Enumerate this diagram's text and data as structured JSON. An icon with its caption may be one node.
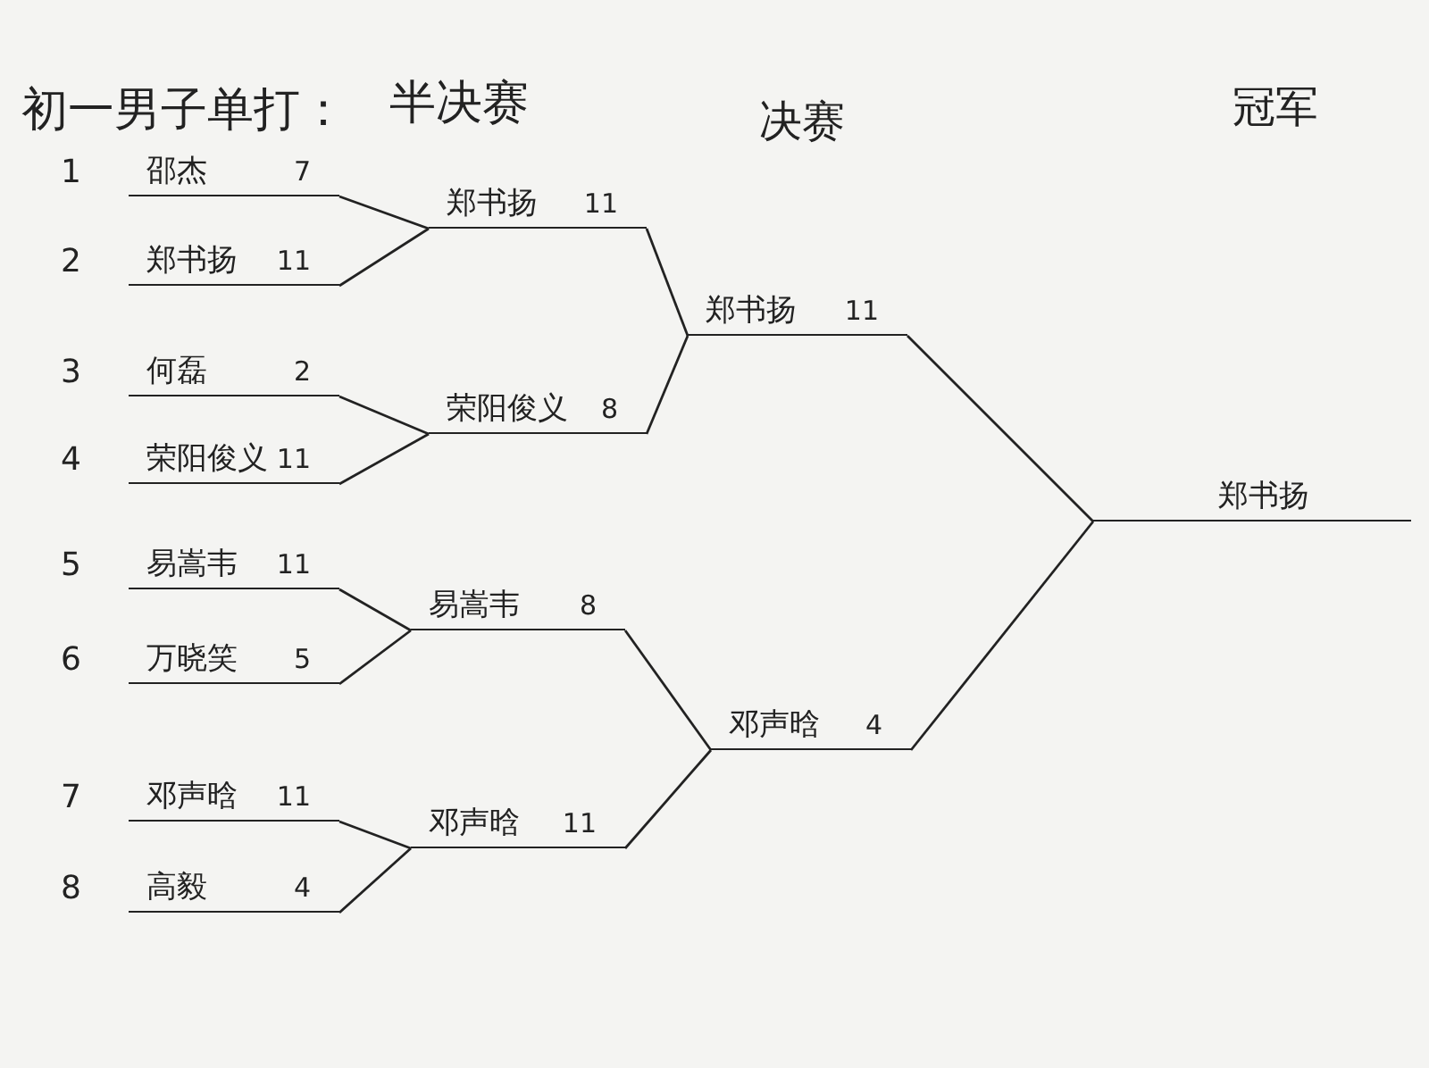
{
  "diagram": {
    "title": "初一男子单打：",
    "nodes": [
      {
        "text": [
          "邵杰",
          "7"
        ],
        "beside": [
          "1"
        ]
      },
      {
        "text": [
          "郑书扬",
          "11"
        ],
        "beside": [
          "2"
        ]
      },
      {
        "text": [
          "何磊",
          "2"
        ],
        "beside": [
          "3"
        ]
      },
      {
        "text": [
          "荣阳俊义",
          "11"
        ],
        "beside": [
          "4"
        ]
      },
      {
        "text": [
          "易嵩韦",
          "11"
        ],
        "beside": [
          "5"
        ]
      },
      {
        "text": [
          "万晓笑",
          "5"
        ],
        "beside": [
          "6"
        ]
      },
      {
        "text": [
          "邓声晗",
          "11"
        ],
        "beside": [
          "7"
        ]
      },
      {
        "text": [
          "高毅",
          "4"
        ],
        "beside": [
          "8"
        ]
      },
      {
        "text": [
          "郑书扬",
          "11"
        ]
      },
      {
        "text": [
          "荣阳俊义",
          "8"
        ]
      },
      {
        "text": [
          "易嵩韦",
          "8"
        ]
      },
      {
        "text": [
          "邓声晗",
          "11"
        ]
      },
      {
        "text": [
          "郑书扬",
          "11"
        ]
      },
      {
        "text": [
          "邓声晗",
          "4"
        ]
      },
      {
        "text": [
          "郑书扬"
        ]
      }
    ],
    "edges": [
      {
        "from": 0,
        "to": 8,
        "arrow": "none"
      },
      {
        "from": 1,
        "to": 8,
        "arrow": "none"
      },
      {
        "from": 2,
        "to": 9,
        "arrow": "none"
      },
      {
        "from": 3,
        "to": 9,
        "arrow": "none"
      },
      {
        "from": 4,
        "to": 10,
        "arrow": "none"
      },
      {
        "from": 5,
        "to": 10,
        "arrow": "none"
      },
      {
        "from": 6,
        "to": 11,
        "arrow": "none"
      },
      {
        "from": 7,
        "to": 11,
        "arrow": "none"
      },
      {
        "from": 8,
        "to": 12,
        "arrow": "none"
      },
      {
        "from": 9,
        "to": 12,
        "arrow": "none"
      },
      {
        "from": 10,
        "to": 13,
        "arrow": "none"
      },
      {
        "from": 11,
        "to": 13,
        "arrow": "none"
      },
      {
        "from": 12,
        "to": 14,
        "arrow": "none"
      },
      {
        "from": 13,
        "to": 14,
        "arrow": "none"
      }
    ],
    "labels": [
      "半决赛",
      "决赛",
      "冠军"
    ]
  }
}
